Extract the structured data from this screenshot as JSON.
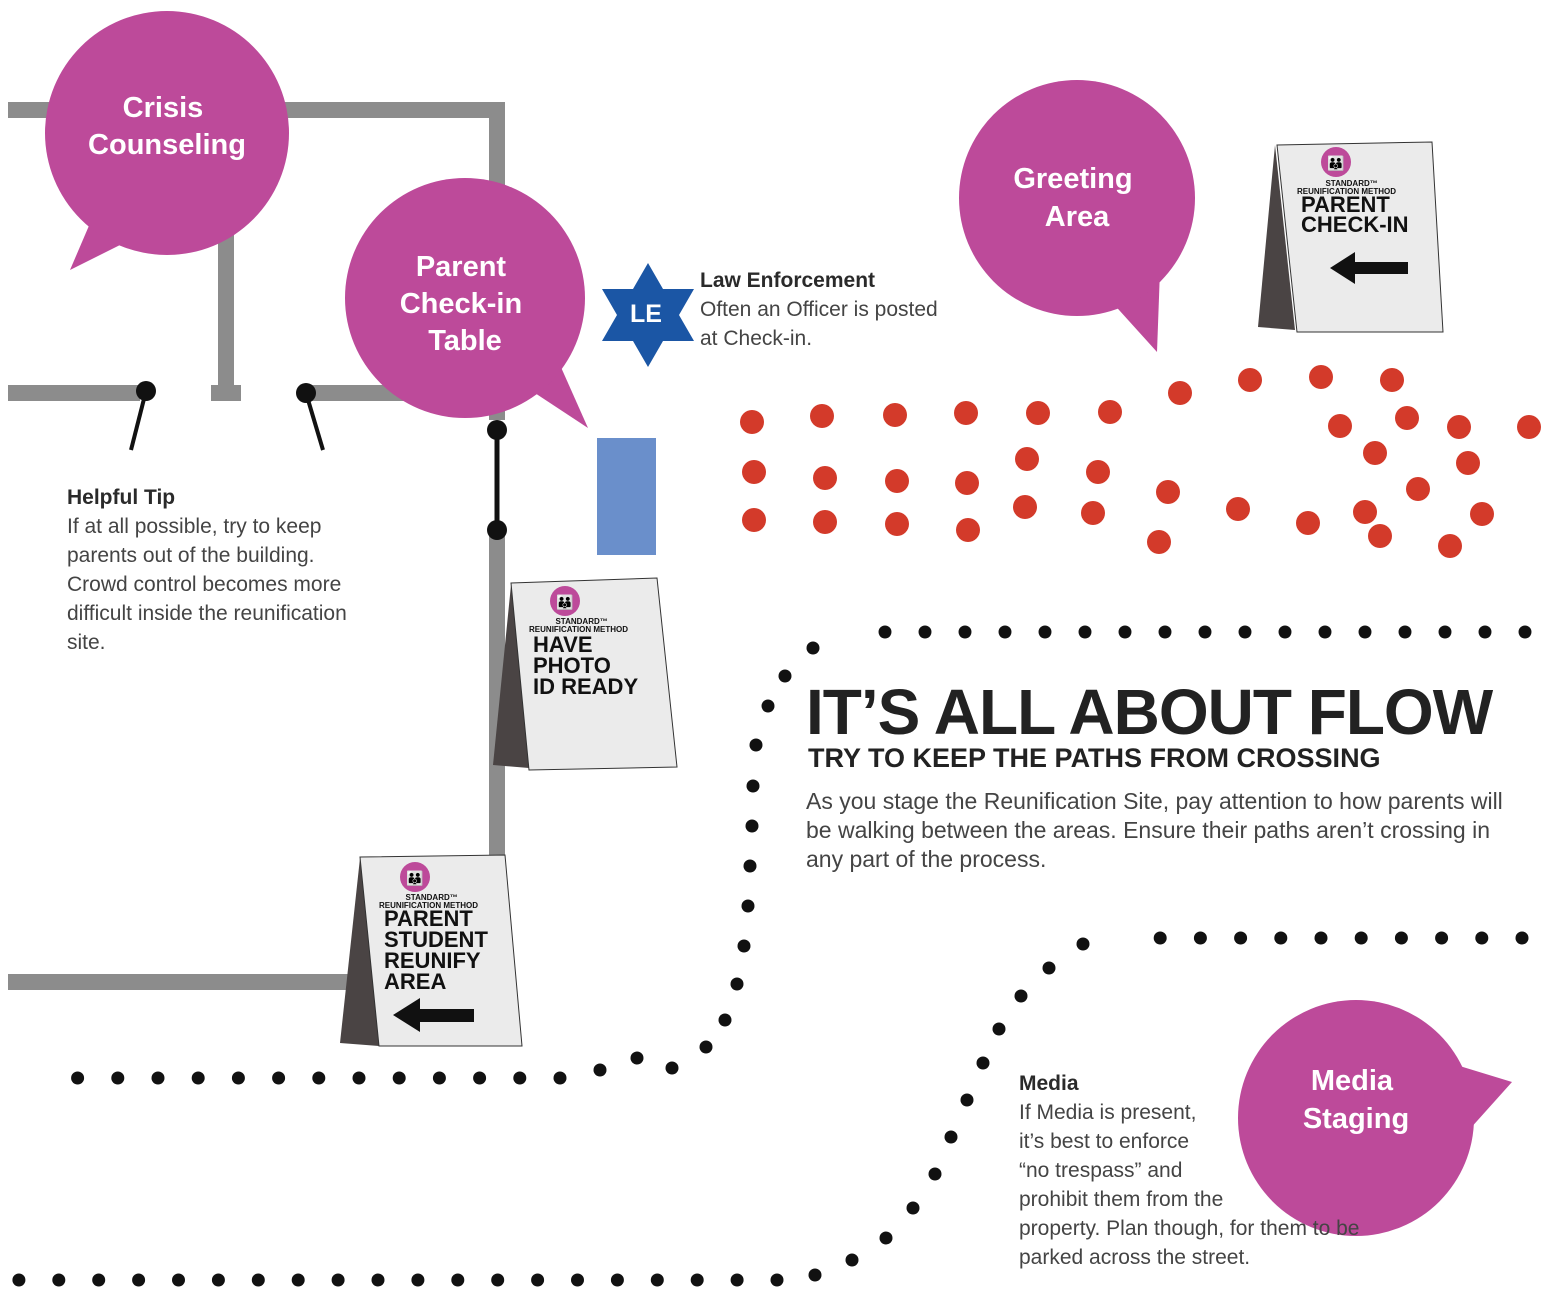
{
  "colors": {
    "bubble": "#bd4a9a",
    "wall": "#8c8c8c",
    "crowd_dot": "#d33a2a",
    "path_dot": "#111111",
    "le_badge": "#1b56a5",
    "table": "#6a8fcb",
    "sign_face": "#ebebeb",
    "sign_back": "#4a4444"
  },
  "bubbles": {
    "crisis": [
      "Crisis",
      "Counseling"
    ],
    "parent_checkin": [
      "Parent",
      "Check-in",
      "Table"
    ],
    "greeting": [
      "Greeting",
      "Area"
    ],
    "media": [
      "Media",
      "Staging"
    ]
  },
  "le_badge": {
    "label": "LE",
    "icon": "star-badge-icon"
  },
  "law_enforcement": {
    "title": "Law Enforcement",
    "body": "Often an Officer is posted at Check-in."
  },
  "helpful_tip": {
    "title": "Helpful Tip",
    "body": "If at all possible, try to keep parents out of the building. Crowd control becomes more difficult inside the reunification site."
  },
  "flow": {
    "title": "IT’S ALL ABOUT FLOW",
    "subtitle": "TRY TO KEEP THE PATHS FROM CROSSING",
    "body": "As you stage the Reunification Site, pay attention to how parents will be walking between the areas. Ensure their paths aren’t crossing in any part of the process."
  },
  "media_note": {
    "title": "Media",
    "body_lines": [
      "If Media is present,",
      "it’s best to enforce",
      "“no trespass” and",
      "prohibit them from the",
      "property. Plan though, for them to be",
      "parked across the street."
    ]
  },
  "signs": {
    "brand_top": "STANDARD™",
    "brand_bottom": "REUNIFICATION METHOD",
    "logo_icon": "parent-child-logo-icon",
    "arrow_icon": "arrow-left-icon",
    "parent_checkin": [
      "PARENT",
      "CHECK-IN"
    ],
    "photo_id": [
      "HAVE",
      "PHOTO",
      "ID READY"
    ],
    "reunify": [
      "PARENT",
      "STUDENT",
      "REUNIFY",
      "AREA"
    ]
  }
}
